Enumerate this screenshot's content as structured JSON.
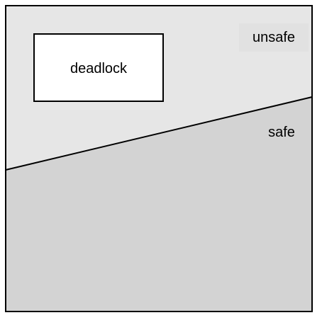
{
  "diagram": {
    "regions": {
      "unsafe": {
        "label": "unsafe",
        "color": "#e6e6e6"
      },
      "safe": {
        "label": "safe",
        "color": "#d3d3d3"
      },
      "deadlock": {
        "label": "deadlock",
        "color": "#ffffff"
      }
    },
    "border_color": "#000000",
    "boundary_line_color": "#000000"
  }
}
